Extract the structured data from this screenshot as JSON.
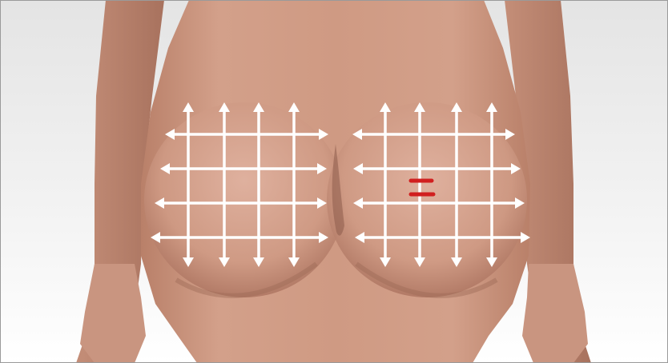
{
  "image": {
    "subject": "",
    "colors": {
      "frame_border": "#9a9a9a",
      "background_top": "#e7e7e7",
      "background_bottom": "#ffffff",
      "skin_light": "#d9a891",
      "skin_mid": "#c68f78",
      "skin_shadow": "#9d6a57",
      "arrow": "#ffffff",
      "marker": "#d11f1f"
    },
    "arrow_grids": [
      {
        "side": "left",
        "vertical_arrows": 4,
        "horizontal_arrows": 4
      },
      {
        "side": "right",
        "vertical_arrows": 4,
        "horizontal_arrows": 4
      }
    ],
    "markers": [
      {
        "side": "right",
        "shape": "short red dash",
        "count": 2
      }
    ]
  }
}
